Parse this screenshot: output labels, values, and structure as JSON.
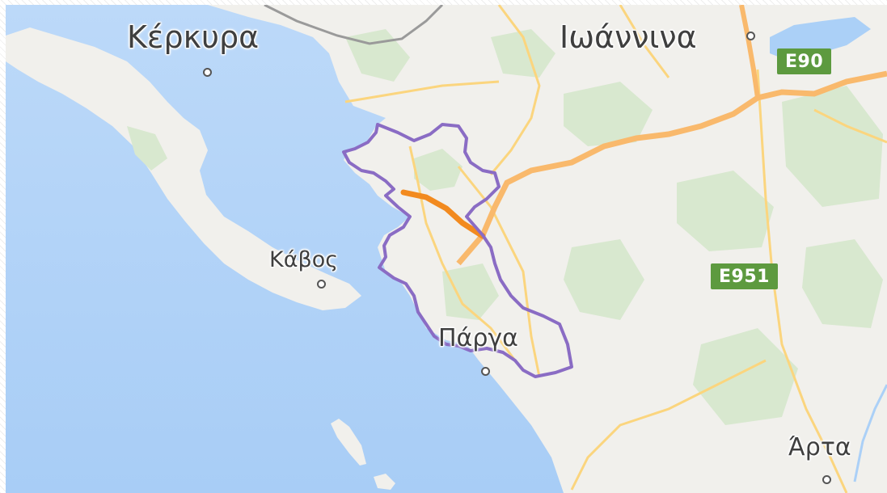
{
  "map": {
    "style": "terrain road map",
    "colors": {
      "sea": "#abd0f7",
      "land": "#f1f0ec",
      "forest": "#d8e8cf",
      "motorway": "#f9b96c",
      "major_road": "#fbd57e",
      "highlight_road": "#f28a1f",
      "region_outline": "#8a6cc4",
      "shield": "#5d9a3f",
      "label": "#3f3f3f",
      "border": "#9a9a9a"
    },
    "cities": [
      {
        "id": "kerkyra",
        "name": "Κέρκυρα",
        "size": "large"
      },
      {
        "id": "ioannina",
        "name": "Ιωάννινα",
        "size": "large"
      },
      {
        "id": "kavos",
        "name": "Κάβος",
        "size": "small"
      },
      {
        "id": "parga",
        "name": "Πάργα",
        "size": "medium"
      },
      {
        "id": "arta",
        "name": "Άρτα",
        "size": "medium"
      }
    ],
    "road_shields": [
      {
        "id": "e90",
        "label": "E90"
      },
      {
        "id": "e951",
        "label": "E951"
      }
    ]
  }
}
